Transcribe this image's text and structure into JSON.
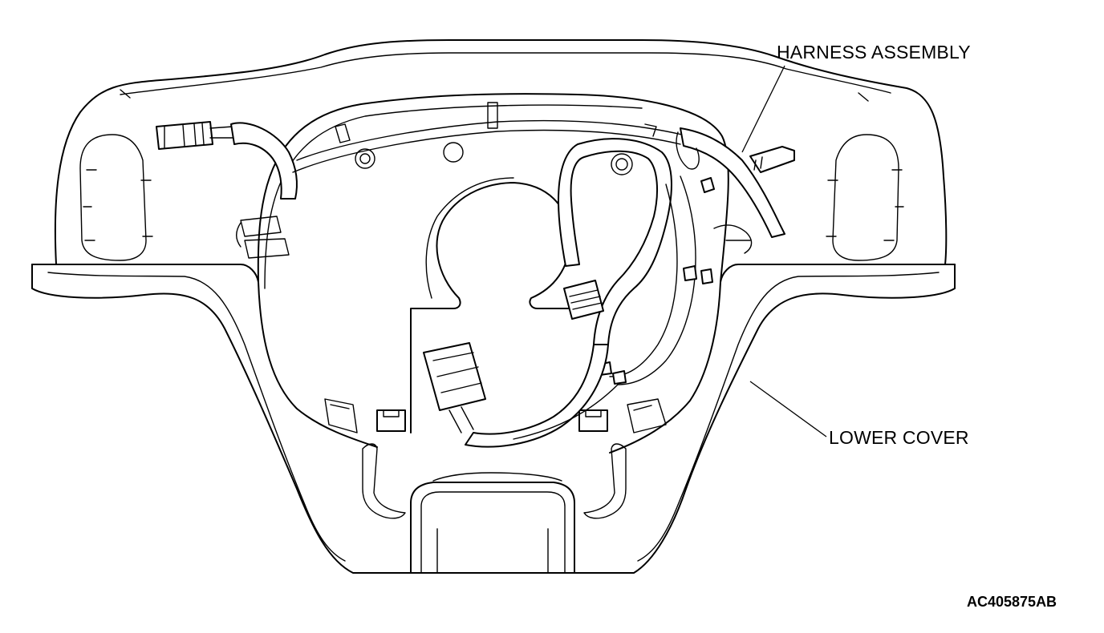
{
  "labels": {
    "harness_assembly": "HARNESS ASSEMBLY",
    "lower_cover": "LOWER COVER"
  },
  "figure_id": "AC405875AB"
}
